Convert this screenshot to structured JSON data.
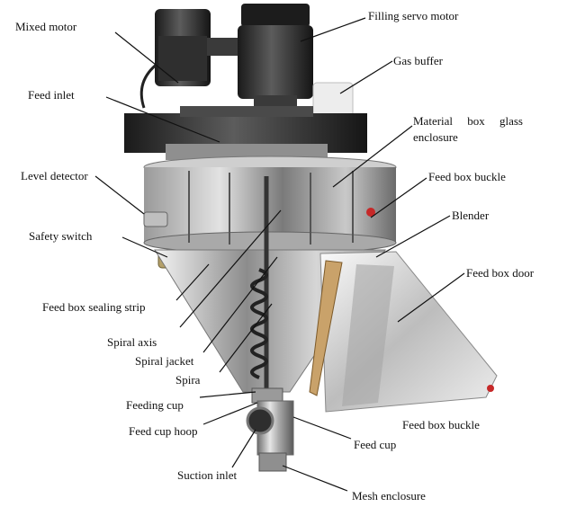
{
  "labels": {
    "mixed_motor": "Mixed motor",
    "filling_servo_motor": "Filling servo motor",
    "gas_buffer": "Gas buffer",
    "feed_inlet": "Feed inlet",
    "material_box_glass_enclosure": "Material box glass enclosure",
    "level_detector": "Level detector",
    "feed_box_buckle_top": "Feed box buckle",
    "blender": "Blender",
    "safety_switch": "Safety switch",
    "feed_box_door": "Feed box door",
    "feed_box_sealing_strip": "Feed box sealing strip",
    "spiral_axis": "Spiral axis",
    "spiral_jacket": "Spiral jacket",
    "spira": "Spira",
    "feeding_cup": "Feeding cup",
    "feed_box_buckle_bottom": "Feed box buckle",
    "feed_cup_hoop": "Feed cup hoop",
    "feed_cup": "Feed cup",
    "suction_inlet": "Suction inlet",
    "mesh_enclosure": "Mesh enclosure"
  },
  "colors": {
    "line": "#111111",
    "text": "#111111",
    "metal_dark": "#2b2b2b",
    "metal_mid": "#8a8a8a",
    "metal_light": "#d8d8d8",
    "accent_red": "#c62828"
  }
}
